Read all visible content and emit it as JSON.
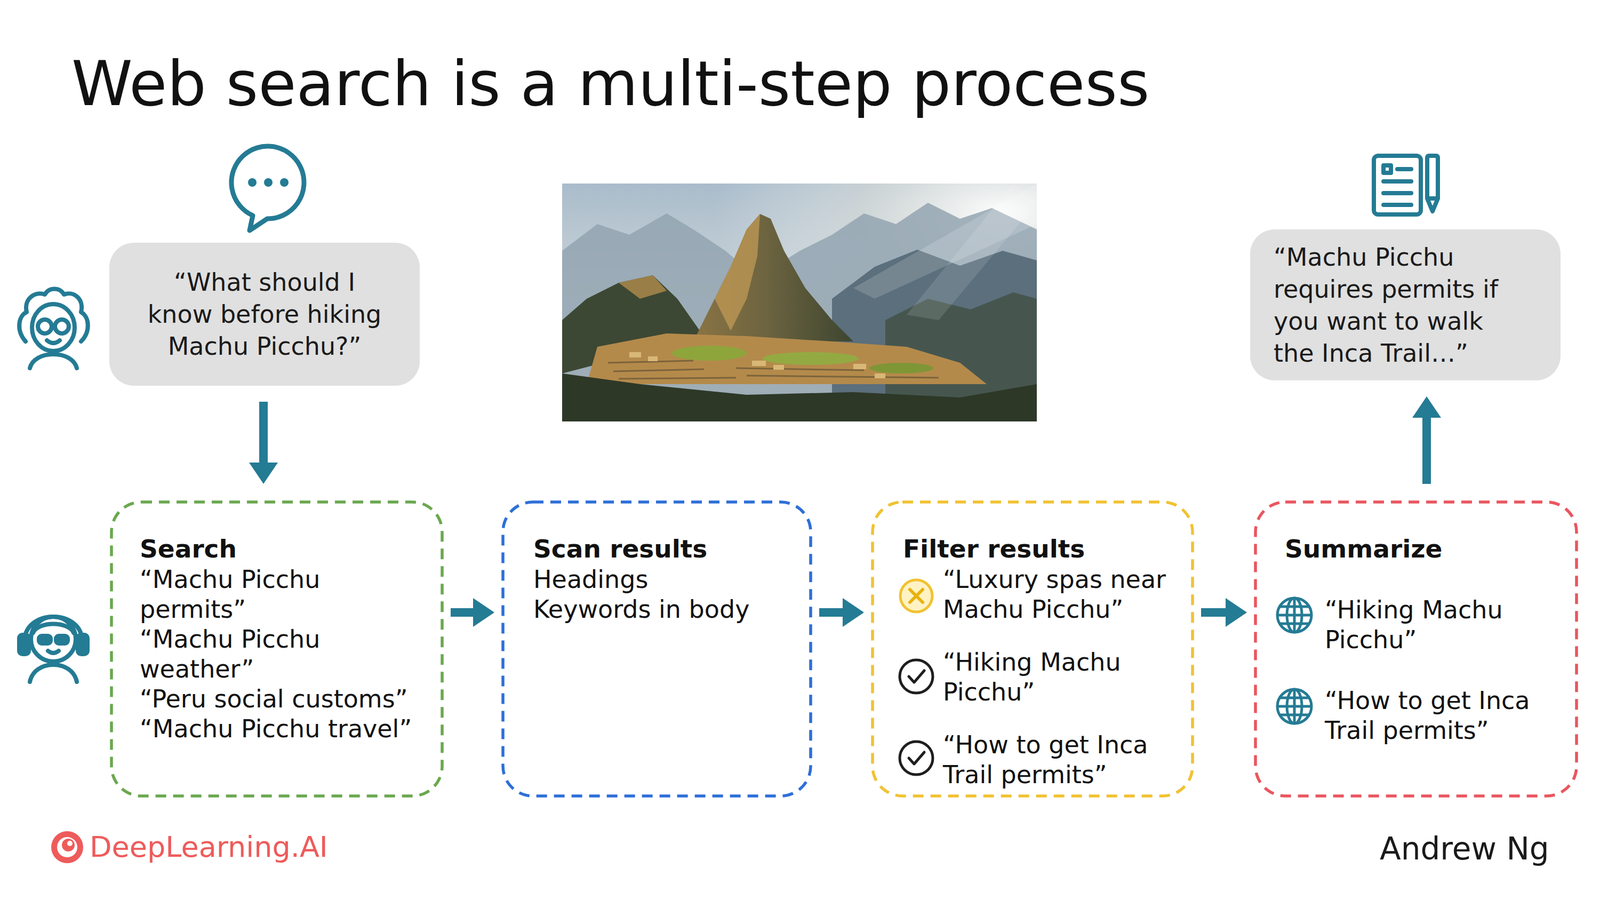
{
  "diagram": {
    "title": "Web search is a multi-step process",
    "nodes": [
      {
        "text": [
          "“What should I know before hiking Machu Picchu?”"
        ]
      },
      {
        "text": [
          "“Machu Picchu requires permits if you want to walk the Inca Trail…”"
        ]
      },
      {
        "text": [
          "Search",
          "“Machu Picchu permits”",
          "“Machu Picchu weather”",
          "“Peru social customs”",
          "“Machu Picchu travel”"
        ]
      },
      {
        "text": [
          "Scan results",
          "Headings",
          "Keywords in body"
        ]
      },
      {
        "text": [
          "Filter results",
          "“Luxury spas near Machu Picchu”",
          "“Hiking Machu Picchu”",
          "“How to get Inca Trail permits”"
        ]
      },
      {
        "text": [
          "Summarize",
          "“Hiking Machu Picchu”",
          "“How to get Inca Trail permits”"
        ]
      }
    ],
    "edges": [
      {
        "from": 0,
        "to": 2,
        "arrow": "to"
      },
      {
        "from": 2,
        "to": 3,
        "arrow": "to"
      },
      {
        "from": 3,
        "to": 4,
        "arrow": "to"
      },
      {
        "from": 4,
        "to": 5,
        "arrow": "to"
      },
      {
        "from": 5,
        "to": 1,
        "arrow": "to"
      }
    ],
    "labels": [
      "DeepLearning.AI",
      "Andrew Ng"
    ]
  }
}
